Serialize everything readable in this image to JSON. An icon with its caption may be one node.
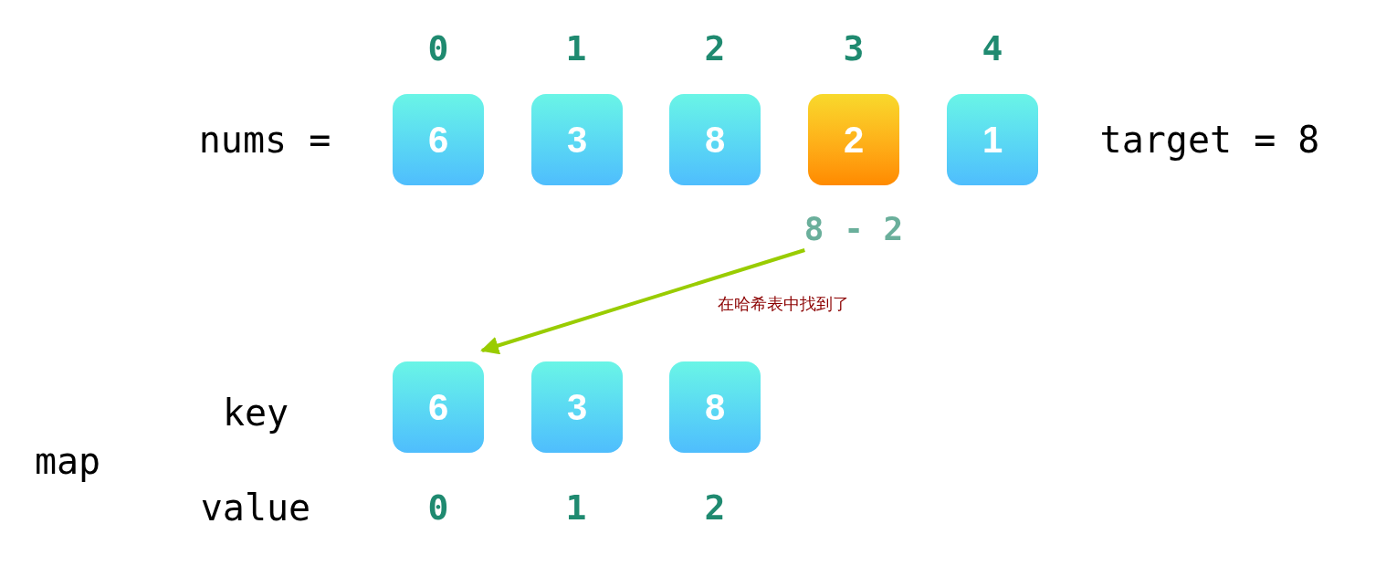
{
  "diagram": {
    "nodes": [
      {
        "text": [
          "6"
        ]
      },
      {
        "text": [
          "3"
        ]
      },
      {
        "text": [
          "8"
        ]
      },
      {
        "text": [
          "2"
        ]
      },
      {
        "text": [
          "1"
        ]
      },
      {
        "text": [
          "8 - 2"
        ]
      },
      {
        "text": [
          "6"
        ]
      },
      {
        "text": [
          "3"
        ]
      },
      {
        "text": [
          "8"
        ]
      }
    ],
    "edges": [
      {
        "from": 5,
        "to": 6,
        "arrow": "to",
        "label": "在哈希表中找到了"
      }
    ],
    "labels": [
      "0",
      "1",
      "2",
      "3",
      "4",
      "nums =",
      "target = 8",
      "key",
      "map",
      "value",
      "0",
      "1",
      "2"
    ]
  }
}
